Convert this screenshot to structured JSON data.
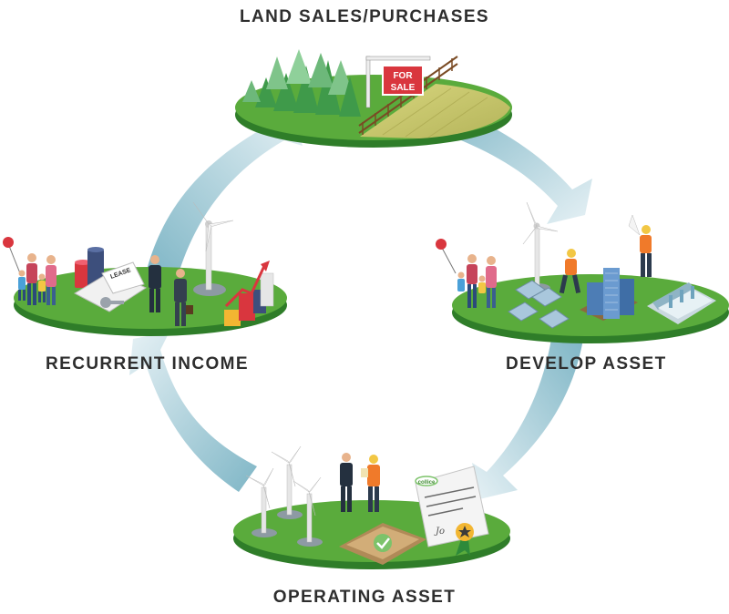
{
  "stages": {
    "land": {
      "label": "LAND SALES/PURCHASES",
      "sign_line1": "FOR",
      "sign_line2": "SALE"
    },
    "develop": {
      "label": "DEVELOP ASSET"
    },
    "operating": {
      "label": "OPERATING ASSET",
      "certificate_logo": "collice",
      "signature": "Jo"
    },
    "income": {
      "label": "RECURRENT INCOME",
      "lease_doc": "LEASE"
    }
  },
  "colors": {
    "ground": "#5aab3c",
    "ground_edge": "#2f7d29",
    "arrow": "#7fb6c6",
    "arrow_light": "#e4f0f4",
    "label_text": "#2e2e2e",
    "sign_red": "#d9363e",
    "field_yellow": "#c6c46a"
  }
}
